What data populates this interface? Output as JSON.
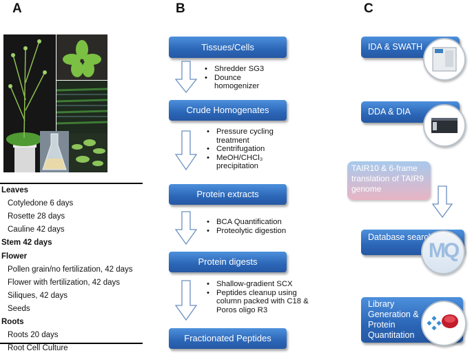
{
  "panels": {
    "a": "A",
    "b": "B",
    "c": "C"
  },
  "tissues": [
    {
      "kind": "head",
      "text": "Leaves"
    },
    {
      "kind": "sub",
      "text": "Cotyledone 6 days"
    },
    {
      "kind": "sub",
      "text": "Rosette 28 days"
    },
    {
      "kind": "sub",
      "text": "Cauline 42 days"
    },
    {
      "kind": "head",
      "text": "Stem 42 days"
    },
    {
      "kind": "head",
      "text": "Flower"
    },
    {
      "kind": "sub",
      "text": "Pollen grain/no fertilization, 42 days"
    },
    {
      "kind": "sub",
      "text": "Flower with fertilization, 42 days"
    },
    {
      "kind": "sub",
      "text": "Siliques, 42 days"
    },
    {
      "kind": "sub",
      "text": "Seeds"
    },
    {
      "kind": "head",
      "text": "Roots"
    },
    {
      "kind": "sub",
      "text": "Roots 20 days"
    },
    {
      "kind": "sub",
      "text": "Root Cell Culture"
    }
  ],
  "workflow": {
    "steps": [
      "Tissues/Cells",
      "Crude Homogenates",
      "Protein extracts",
      "Protein digests",
      "Fractionated Peptides"
    ],
    "bullets": [
      [
        "Shredder SG3",
        "Dounce homogenizer"
      ],
      [
        "Pressure cycling treatment",
        "Centrifugation",
        "MeOH/CHCl₃ precipitation"
      ],
      [
        "BCA Quantification",
        "Proteolytic digestion"
      ],
      [
        "Shallow-gradient SCX",
        "Peptides cleanup using column packed with C18 & Poros oligo R3"
      ]
    ]
  },
  "analysis": {
    "ms1": "IDA & SWATH",
    "ms2": "DDA & DIA",
    "tair": "TAIR10 & 6-frame translation of TAIR9 genome",
    "db": "Database searches",
    "db_logo": "MQ",
    "lib": "Library Generation & Protein Quantitation"
  },
  "colors": {
    "box_top": "#4d90dc",
    "box_bottom": "#2558a3",
    "arrow_stroke": "#6b8fc0",
    "plant_green": "#5fae3a"
  }
}
